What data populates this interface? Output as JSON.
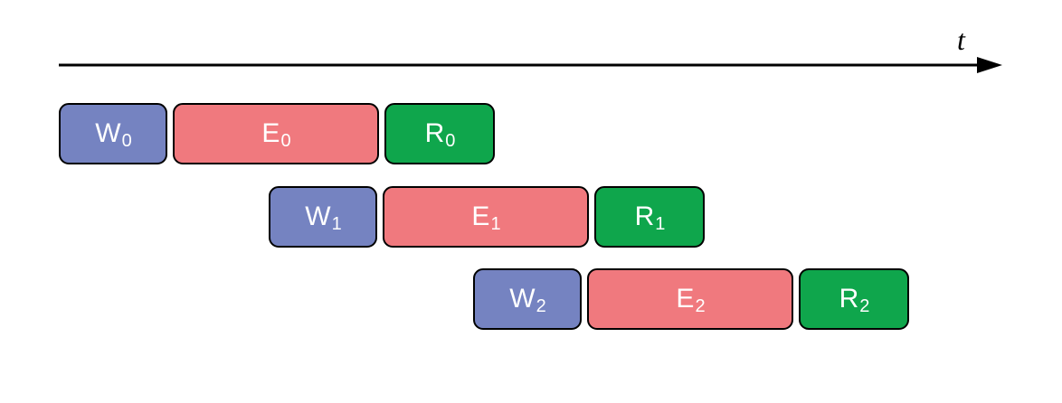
{
  "axis": {
    "label": "t"
  },
  "colors": {
    "W": "#7583C1",
    "E": "#F0797E",
    "R": "#0FA64C"
  },
  "rows": [
    {
      "blocks": [
        {
          "type": "W",
          "label": "W",
          "sub": "0"
        },
        {
          "type": "E",
          "label": "E",
          "sub": "0"
        },
        {
          "type": "R",
          "label": "R",
          "sub": "0"
        }
      ]
    },
    {
      "blocks": [
        {
          "type": "W",
          "label": "W",
          "sub": "1"
        },
        {
          "type": "E",
          "label": "E",
          "sub": "1"
        },
        {
          "type": "R",
          "label": "R",
          "sub": "1"
        }
      ]
    },
    {
      "blocks": [
        {
          "type": "W",
          "label": "W",
          "sub": "2"
        },
        {
          "type": "E",
          "label": "E",
          "sub": "2"
        },
        {
          "type": "R",
          "label": "R",
          "sub": "2"
        }
      ]
    }
  ]
}
